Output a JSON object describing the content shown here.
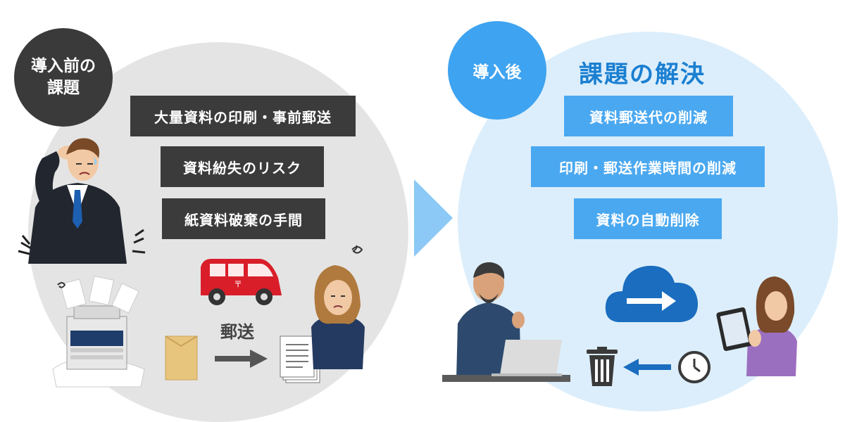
{
  "before": {
    "badge_line1": "導入前の",
    "badge_line2": "課題",
    "problems": [
      "大量資料の印刷・事前郵送",
      "資料紛失のリスク",
      "紙資料破棄の手間"
    ],
    "mail_label": "郵送"
  },
  "after": {
    "badge": "導入後",
    "heading": "課題の解決",
    "solutions": [
      "資料郵送代の削減",
      "印刷・郵送作業時間の削減",
      "資料の自動削除"
    ]
  },
  "colors": {
    "left_circle": "#e4e4e4",
    "right_circle": "#dceefb",
    "dark_box": "#3b3b3b",
    "blue_box": "#4aa8f0",
    "arrow": "#8cc9f6",
    "heading_blue": "#1a7fd1"
  }
}
